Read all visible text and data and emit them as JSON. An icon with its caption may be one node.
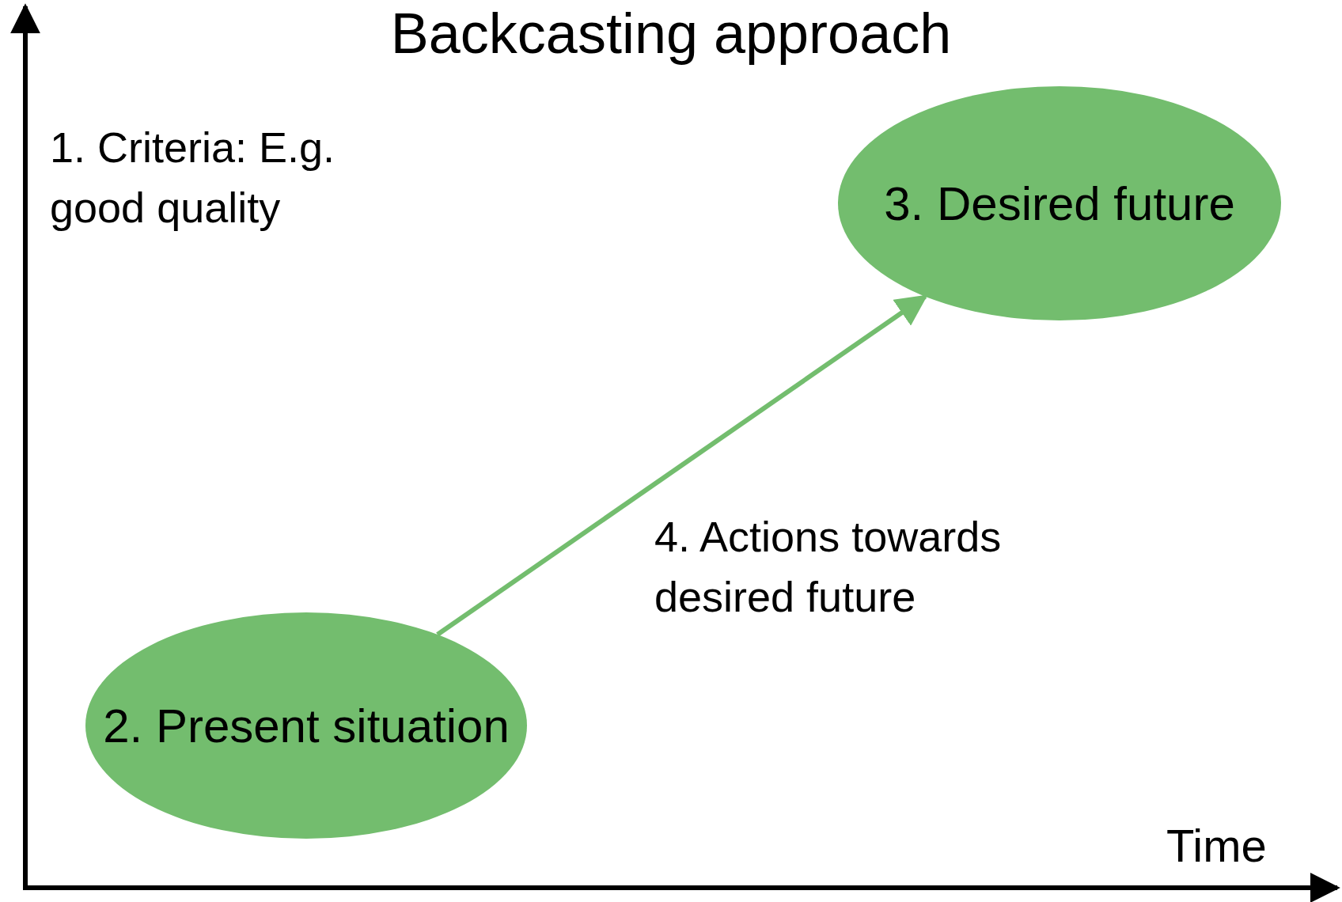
{
  "diagram": {
    "title": "Backcasting approach",
    "nodes": [
      {
        "text": [
          "2. Present situation"
        ]
      },
      {
        "text": [
          "3. Desired future"
        ]
      }
    ],
    "edges": [
      {
        "from": 0,
        "to": 1,
        "arrow": "to",
        "label": "4. Actions towards desired future",
        "color": "#73bd6e"
      }
    ],
    "labels": [
      "1. Criteria: E.g. good quality",
      "Time"
    ]
  }
}
